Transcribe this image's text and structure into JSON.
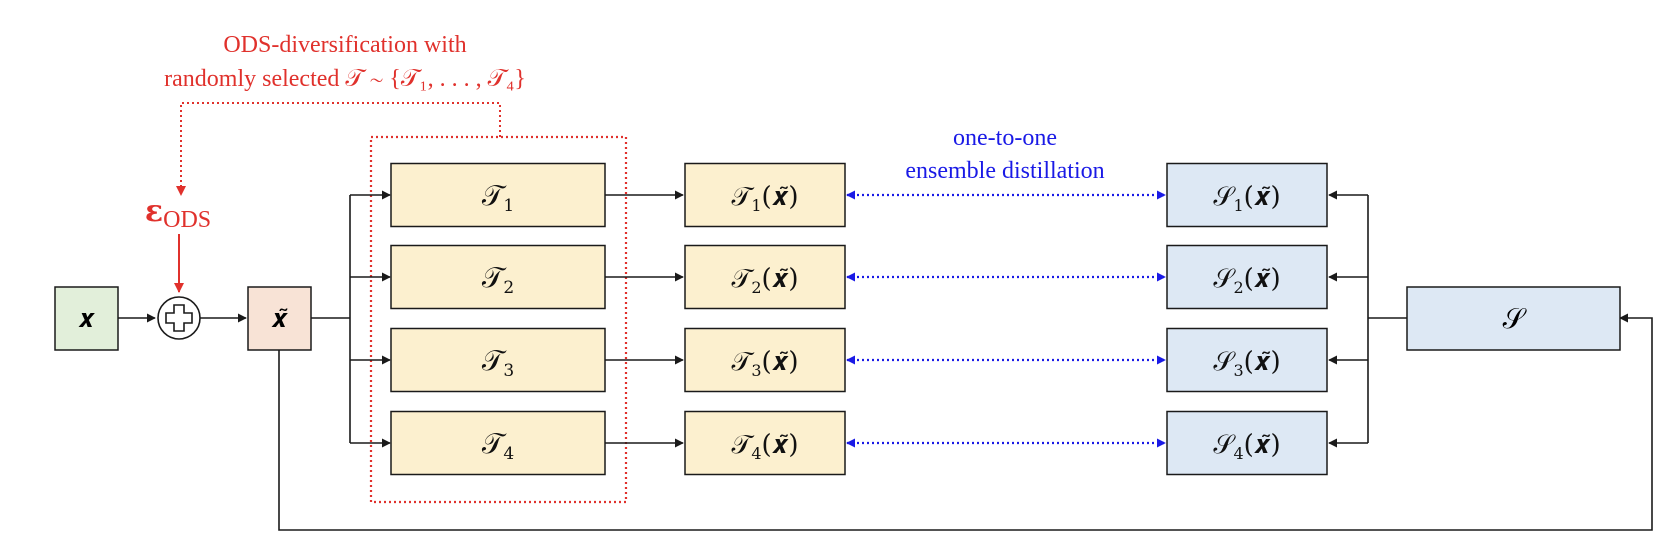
{
  "annotation": {
    "ods_line1": "ODS-diversification with",
    "ods_line2": "randomly selected 𝒯 ∼ {𝒯₁, . . . , 𝒯₄}",
    "distill_line1": "one-to-one",
    "distill_line2": "ensemble distillation",
    "epsilon_symbol": "ε",
    "epsilon_subscript": "ODS"
  },
  "input": {
    "x_label": "𝒙",
    "x_tilde_label": "𝒙̃",
    "plus_symbol": "+"
  },
  "teachers": [
    {
      "base": "𝒯",
      "sub": "1"
    },
    {
      "base": "𝒯",
      "sub": "2"
    },
    {
      "base": "𝒯",
      "sub": "3"
    },
    {
      "base": "𝒯",
      "sub": "4"
    }
  ],
  "teacher_outputs": [
    {
      "base": "𝒯",
      "sub": "1",
      "arg": "(𝒙̃)"
    },
    {
      "base": "𝒯",
      "sub": "2",
      "arg": "(𝒙̃)"
    },
    {
      "base": "𝒯",
      "sub": "3",
      "arg": "(𝒙̃)"
    },
    {
      "base": "𝒯",
      "sub": "4",
      "arg": "(𝒙̃)"
    }
  ],
  "student_outputs": [
    {
      "base": "𝒮",
      "sub": "1",
      "arg": "(𝒙̃)"
    },
    {
      "base": "𝒮",
      "sub": "2",
      "arg": "(𝒙̃)"
    },
    {
      "base": "𝒮",
      "sub": "3",
      "arg": "(𝒙̃)"
    },
    {
      "base": "𝒮",
      "sub": "4",
      "arg": "(𝒙̃)"
    }
  ],
  "student": {
    "label": "𝒮"
  },
  "colors": {
    "input_fill": "#e2efda",
    "xtilde_fill": "#f8e3d6",
    "teacher_fill": "#fcf0cf",
    "student_fill": "#dde8f4",
    "red": "#e0312c",
    "blue": "#1a1ae6",
    "stroke": "#1a1a1a"
  }
}
